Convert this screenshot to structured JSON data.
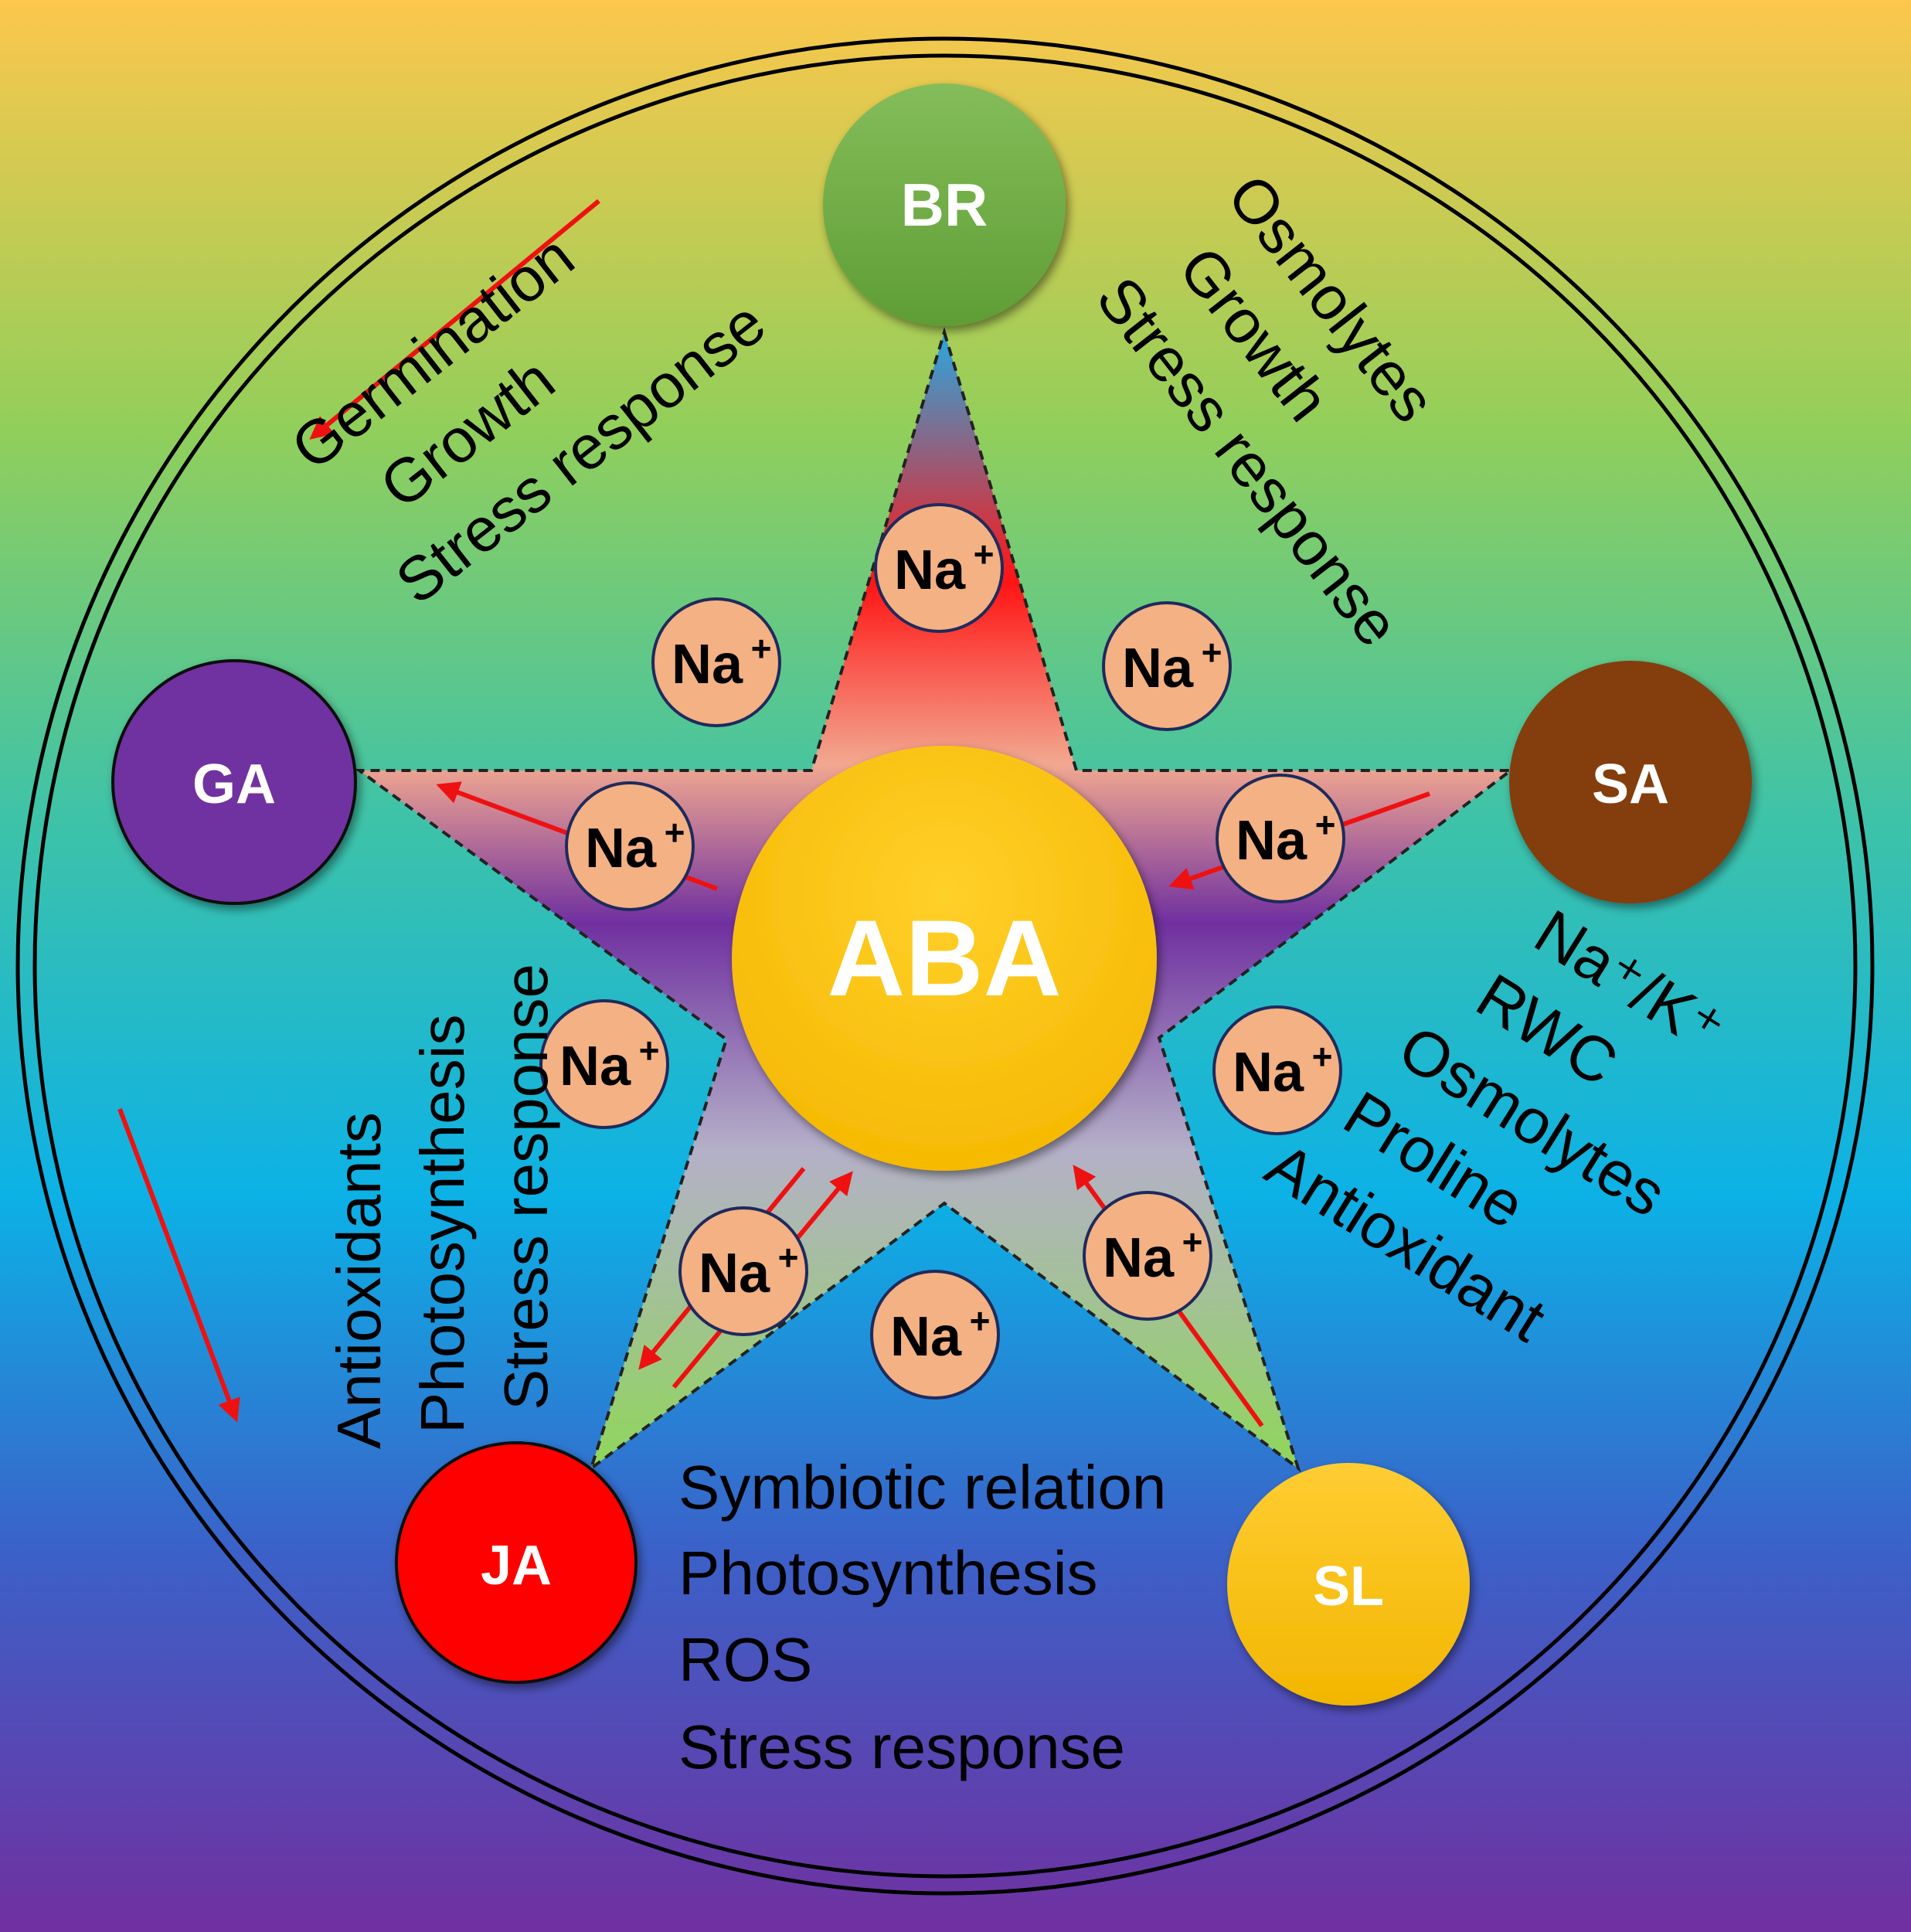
{
  "center": {
    "label": "ABA"
  },
  "hormones": {
    "br": {
      "label": "BR",
      "color": "#6aa63e"
    },
    "ga": {
      "label": "GA",
      "color": "#7030a0"
    },
    "sa": {
      "label": "SA",
      "color": "#843c0c"
    },
    "ja": {
      "label": "JA",
      "color": "#ff0000"
    },
    "sl": {
      "label": "SL",
      "color": "#ffc000"
    }
  },
  "ion": {
    "symbol": "Na",
    "charge": "+"
  },
  "effects": {
    "ga_br": [
      "Germination",
      "Growth",
      "Stress response"
    ],
    "br_sa": [
      "Osmolytes",
      "Growth",
      "Stress response"
    ],
    "ga_ja": [
      "Antioxidants",
      "Photosynthesis",
      "Stress response"
    ],
    "sa_sl": [
      "Na⁺/K⁺",
      "RWC",
      "Osmolytes",
      "Proline",
      "Antioxidant"
    ],
    "ja_sl": [
      "Symbiotic relation",
      "Photosynthesis",
      "ROS",
      "Stress response"
    ]
  },
  "colors": {
    "background_top": "#fcc74c",
    "background_mid": "#0fb0e6",
    "background_bottom": "#7030a0",
    "arrow": "#ee1111",
    "na_fill": "#f4b183",
    "na_stroke": "#1f2a5c"
  }
}
